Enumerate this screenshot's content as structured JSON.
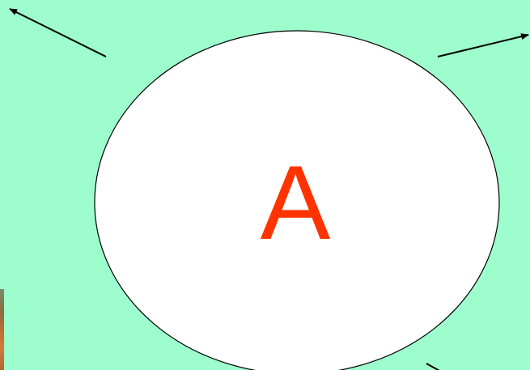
{
  "slide": {
    "background_color": "#9dfdcd",
    "center_label": "A",
    "label_color": "#ff3300",
    "ellipse_fill": "#ffffff",
    "stroke_color": "#000000"
  },
  "arrows": [
    {
      "name": "arrow-top-left",
      "direction": "up-left"
    },
    {
      "name": "arrow-top-right",
      "direction": "up-right"
    },
    {
      "name": "arrow-bottom-right",
      "direction": "down-right"
    }
  ]
}
